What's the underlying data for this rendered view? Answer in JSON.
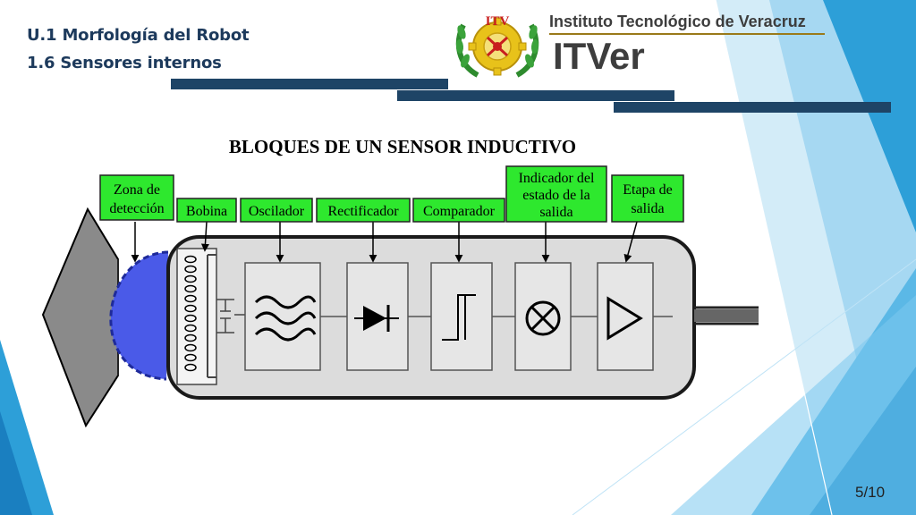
{
  "slide": {
    "title_line1": "U.1 Morfología del Robot",
    "title_line2": "1.6 Sensores internos",
    "page_number": "5/10"
  },
  "logo": {
    "badge_text": "ITV",
    "institution": "Instituto Tecnológico de Veracruz",
    "abbreviation": "ITVer"
  },
  "diagram": {
    "title": "BLOQUES DE UN SENSOR INDUCTIVO",
    "labels": {
      "detection_zone": [
        "Zona de",
        "detección"
      ],
      "coil": [
        "Bobina"
      ],
      "oscillator": [
        "Oscilador"
      ],
      "rectifier": [
        "Rectificador"
      ],
      "comparator": [
        "Comparador"
      ],
      "output_indicator": [
        "Indicador del",
        "estado de la",
        "salida"
      ],
      "output_stage": [
        "Etapa de",
        "salida"
      ]
    }
  },
  "colors": {
    "title_text": "#1d3a5c",
    "band": "#1e4466",
    "label_fill": "#2ee82e",
    "detection_zone": "#4a5ae8",
    "deco_blue": "#2d9fd8"
  }
}
